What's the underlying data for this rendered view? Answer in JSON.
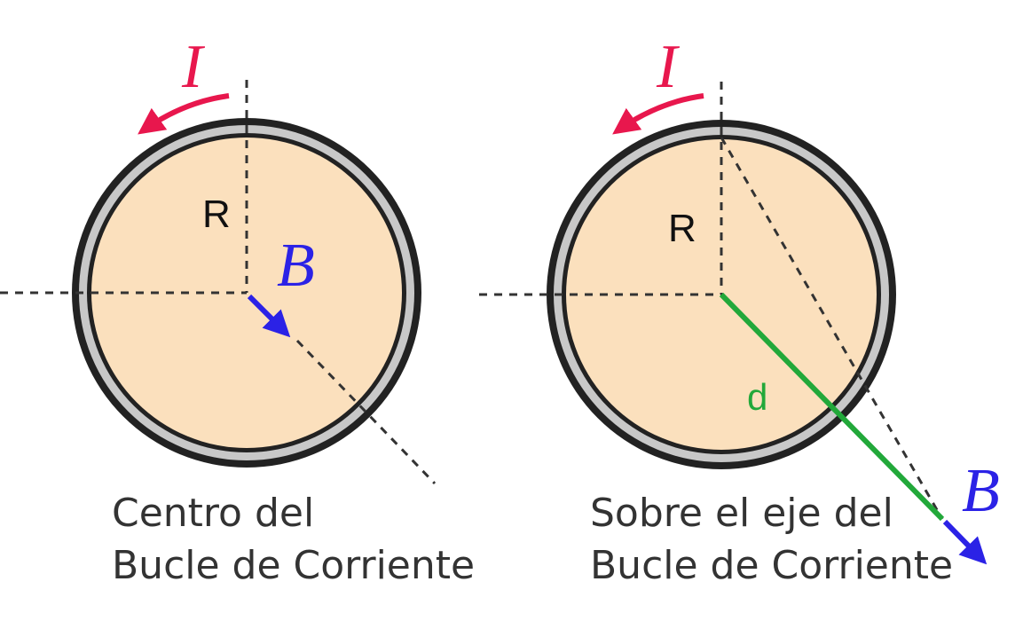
{
  "colors": {
    "loop_fill": "#fbe0bd",
    "ring_dark": "#222222",
    "ring_light": "#c8c8c8",
    "current": "#e8174d",
    "field": "#2b22e6",
    "distance": "#22a83a",
    "guide": "#333333",
    "caption": "#333333"
  },
  "left_panel": {
    "current_label": "I",
    "radius_label": "R",
    "field_label": "B",
    "caption_line1": "Centro del",
    "caption_line2": "Bucle de Corriente"
  },
  "right_panel": {
    "current_label": "I",
    "radius_label": "R",
    "distance_label": "d",
    "field_label": "B",
    "caption_line1": "Sobre el eje del",
    "caption_line2": "Bucle de Corriente"
  }
}
